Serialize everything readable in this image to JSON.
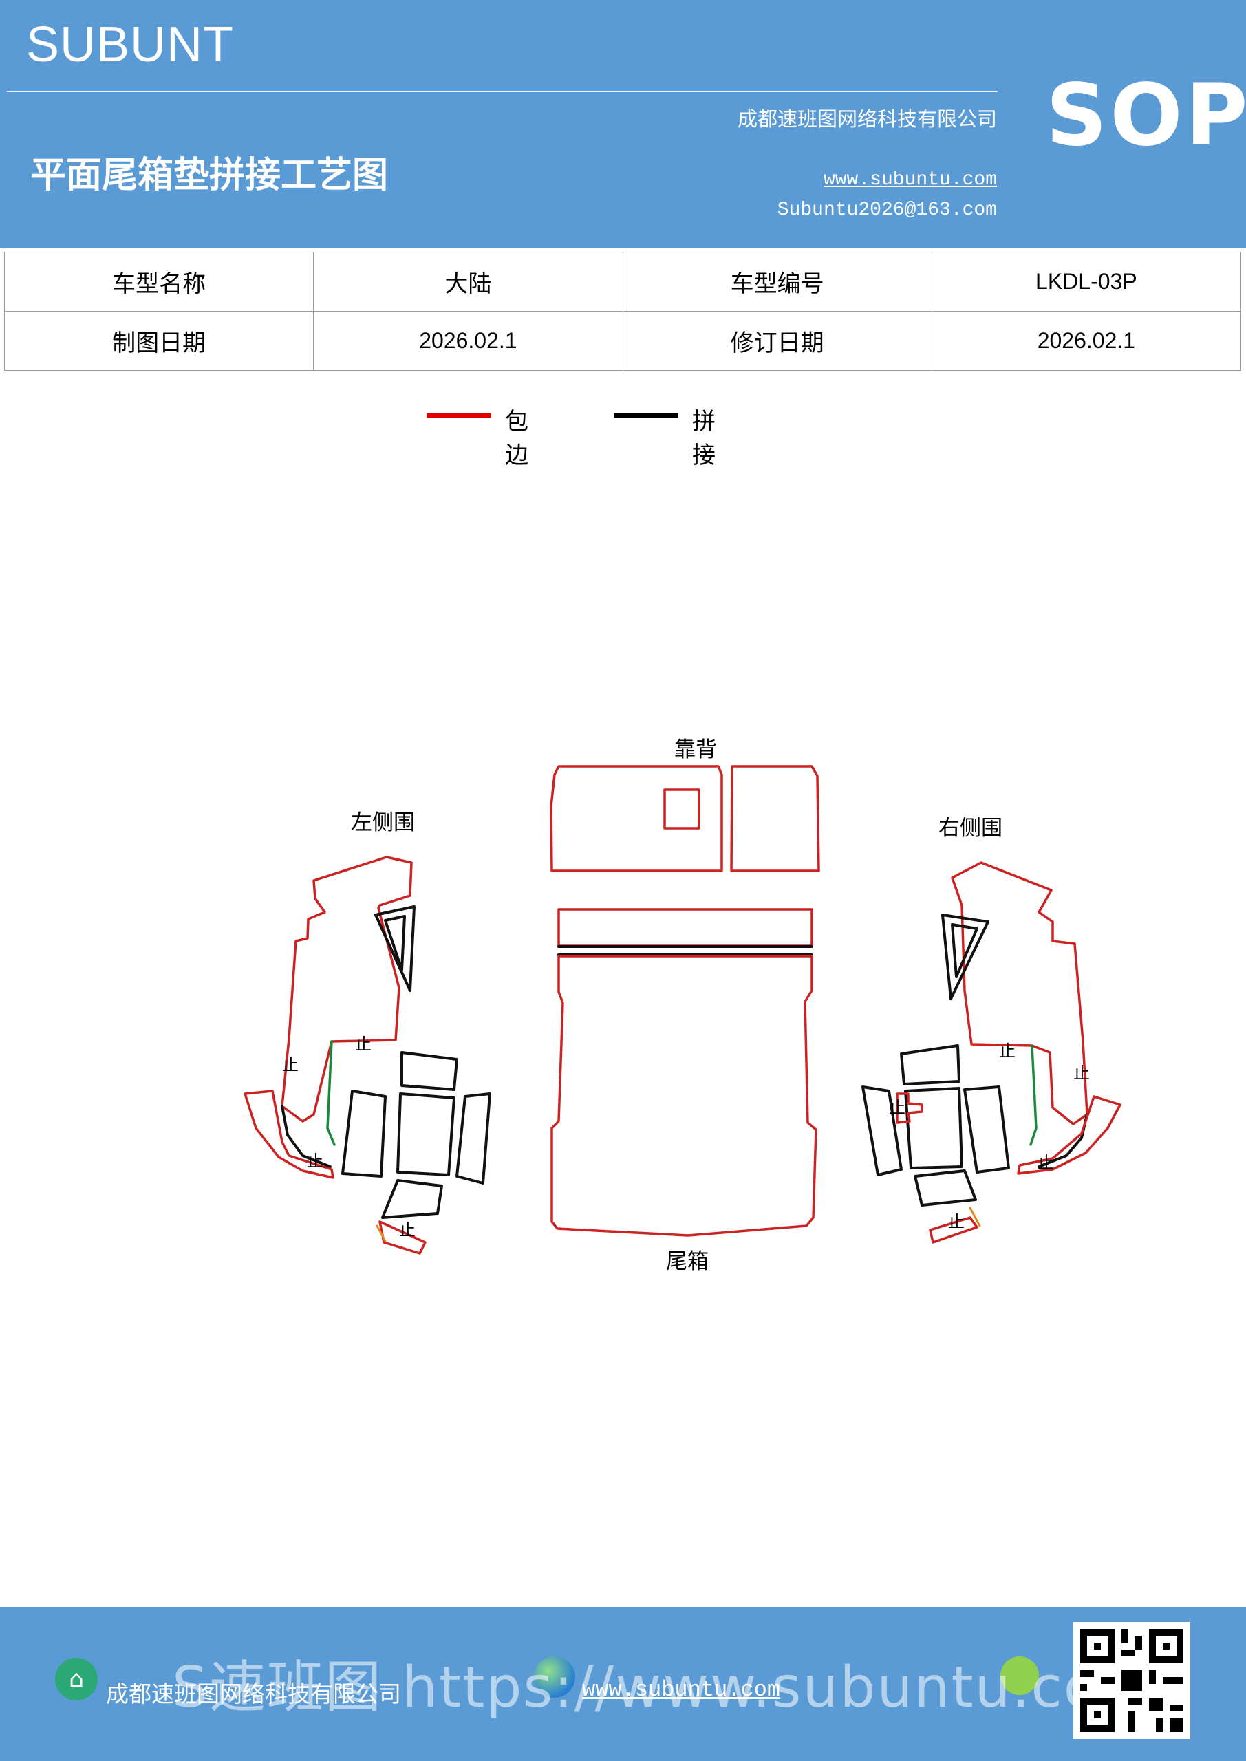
{
  "header": {
    "brand": "SUBUNT",
    "title": "平面尾箱垫拼接工艺图",
    "company": "成都速班图网络科技有限公司",
    "url": "www.subuntu.com",
    "email": "Subuntu2026@163.com",
    "badge": "SOP"
  },
  "info_table": {
    "row1": {
      "label1": "车型名称",
      "value1": "大陆",
      "label2": "车型编号",
      "value2": "LKDL-03P"
    },
    "row2": {
      "label1": "制图日期",
      "value1": "2026.02.1",
      "label2": "修订日期",
      "value2": "2026.02.1"
    }
  },
  "legend": {
    "items": [
      {
        "label": "包边",
        "color": "#e00000"
      },
      {
        "label": "拼接",
        "color": "#000000"
      }
    ]
  },
  "diagram": {
    "labels": {
      "backrest": "靠背",
      "left_side": "左侧围",
      "right_side": "右侧围",
      "trunk": "尾箱"
    },
    "stop_mark": "止",
    "colors": {
      "edge": "#cc2222",
      "seam": "#111111",
      "green": "#1a8a3a",
      "orange": "#e08a1a"
    }
  },
  "footer": {
    "company": "成都速班图网络科技有限公司",
    "url": "www.subuntu.com",
    "watermark": "S速班图 https://www.subuntu.com"
  }
}
